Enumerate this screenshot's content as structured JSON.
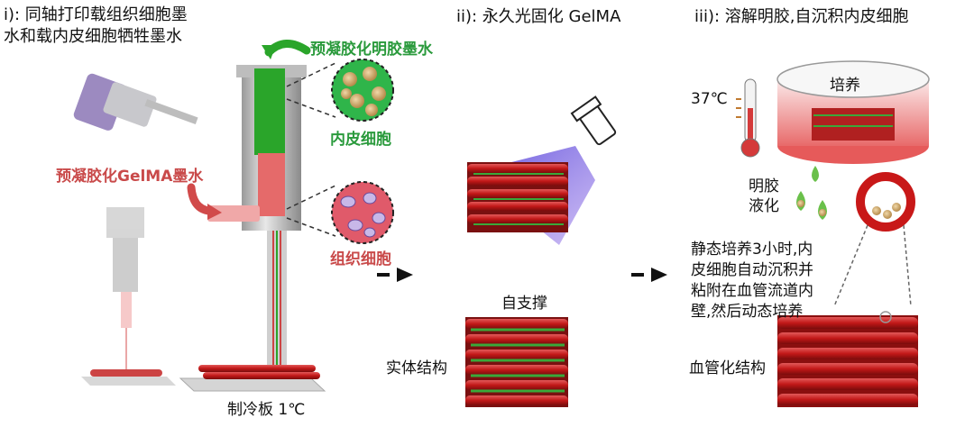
{
  "step1": {
    "title_line1": "i): 同轴打印载组织细胞墨",
    "title_line2": "水和载内皮细胞牺牲墨水"
  },
  "step2": {
    "title": "ii): 永久光固化 GelMA"
  },
  "step3": {
    "title": "iii): 溶解明胶,自沉积内皮细胞"
  },
  "labels": {
    "gelatin_ink": "预凝胶化明胶墨水",
    "endothelial_cells": "内皮细胞",
    "gelma_ink": "预凝胶化GelMA墨水",
    "tissue_cells": "组织细胞",
    "cold_plate": "制冷板 1℃",
    "self_support": "自支撑",
    "solid_structure": "实体结构",
    "temperature": "37℃",
    "culture": "培养",
    "gelatin_liquefy_1": "明胶",
    "gelatin_liquefy_2": "液化",
    "static_1": "静态培养3小时,内",
    "static_2": "皮细胞自动沉积并",
    "static_3": "粘附在血管流道内",
    "static_4": "壁,然后动态培养",
    "vascular_structure": "血管化结构"
  },
  "colors": {
    "green": "#2a9a3c",
    "red": "#c94a4a",
    "dark_red": "#a11a1a"
  }
}
